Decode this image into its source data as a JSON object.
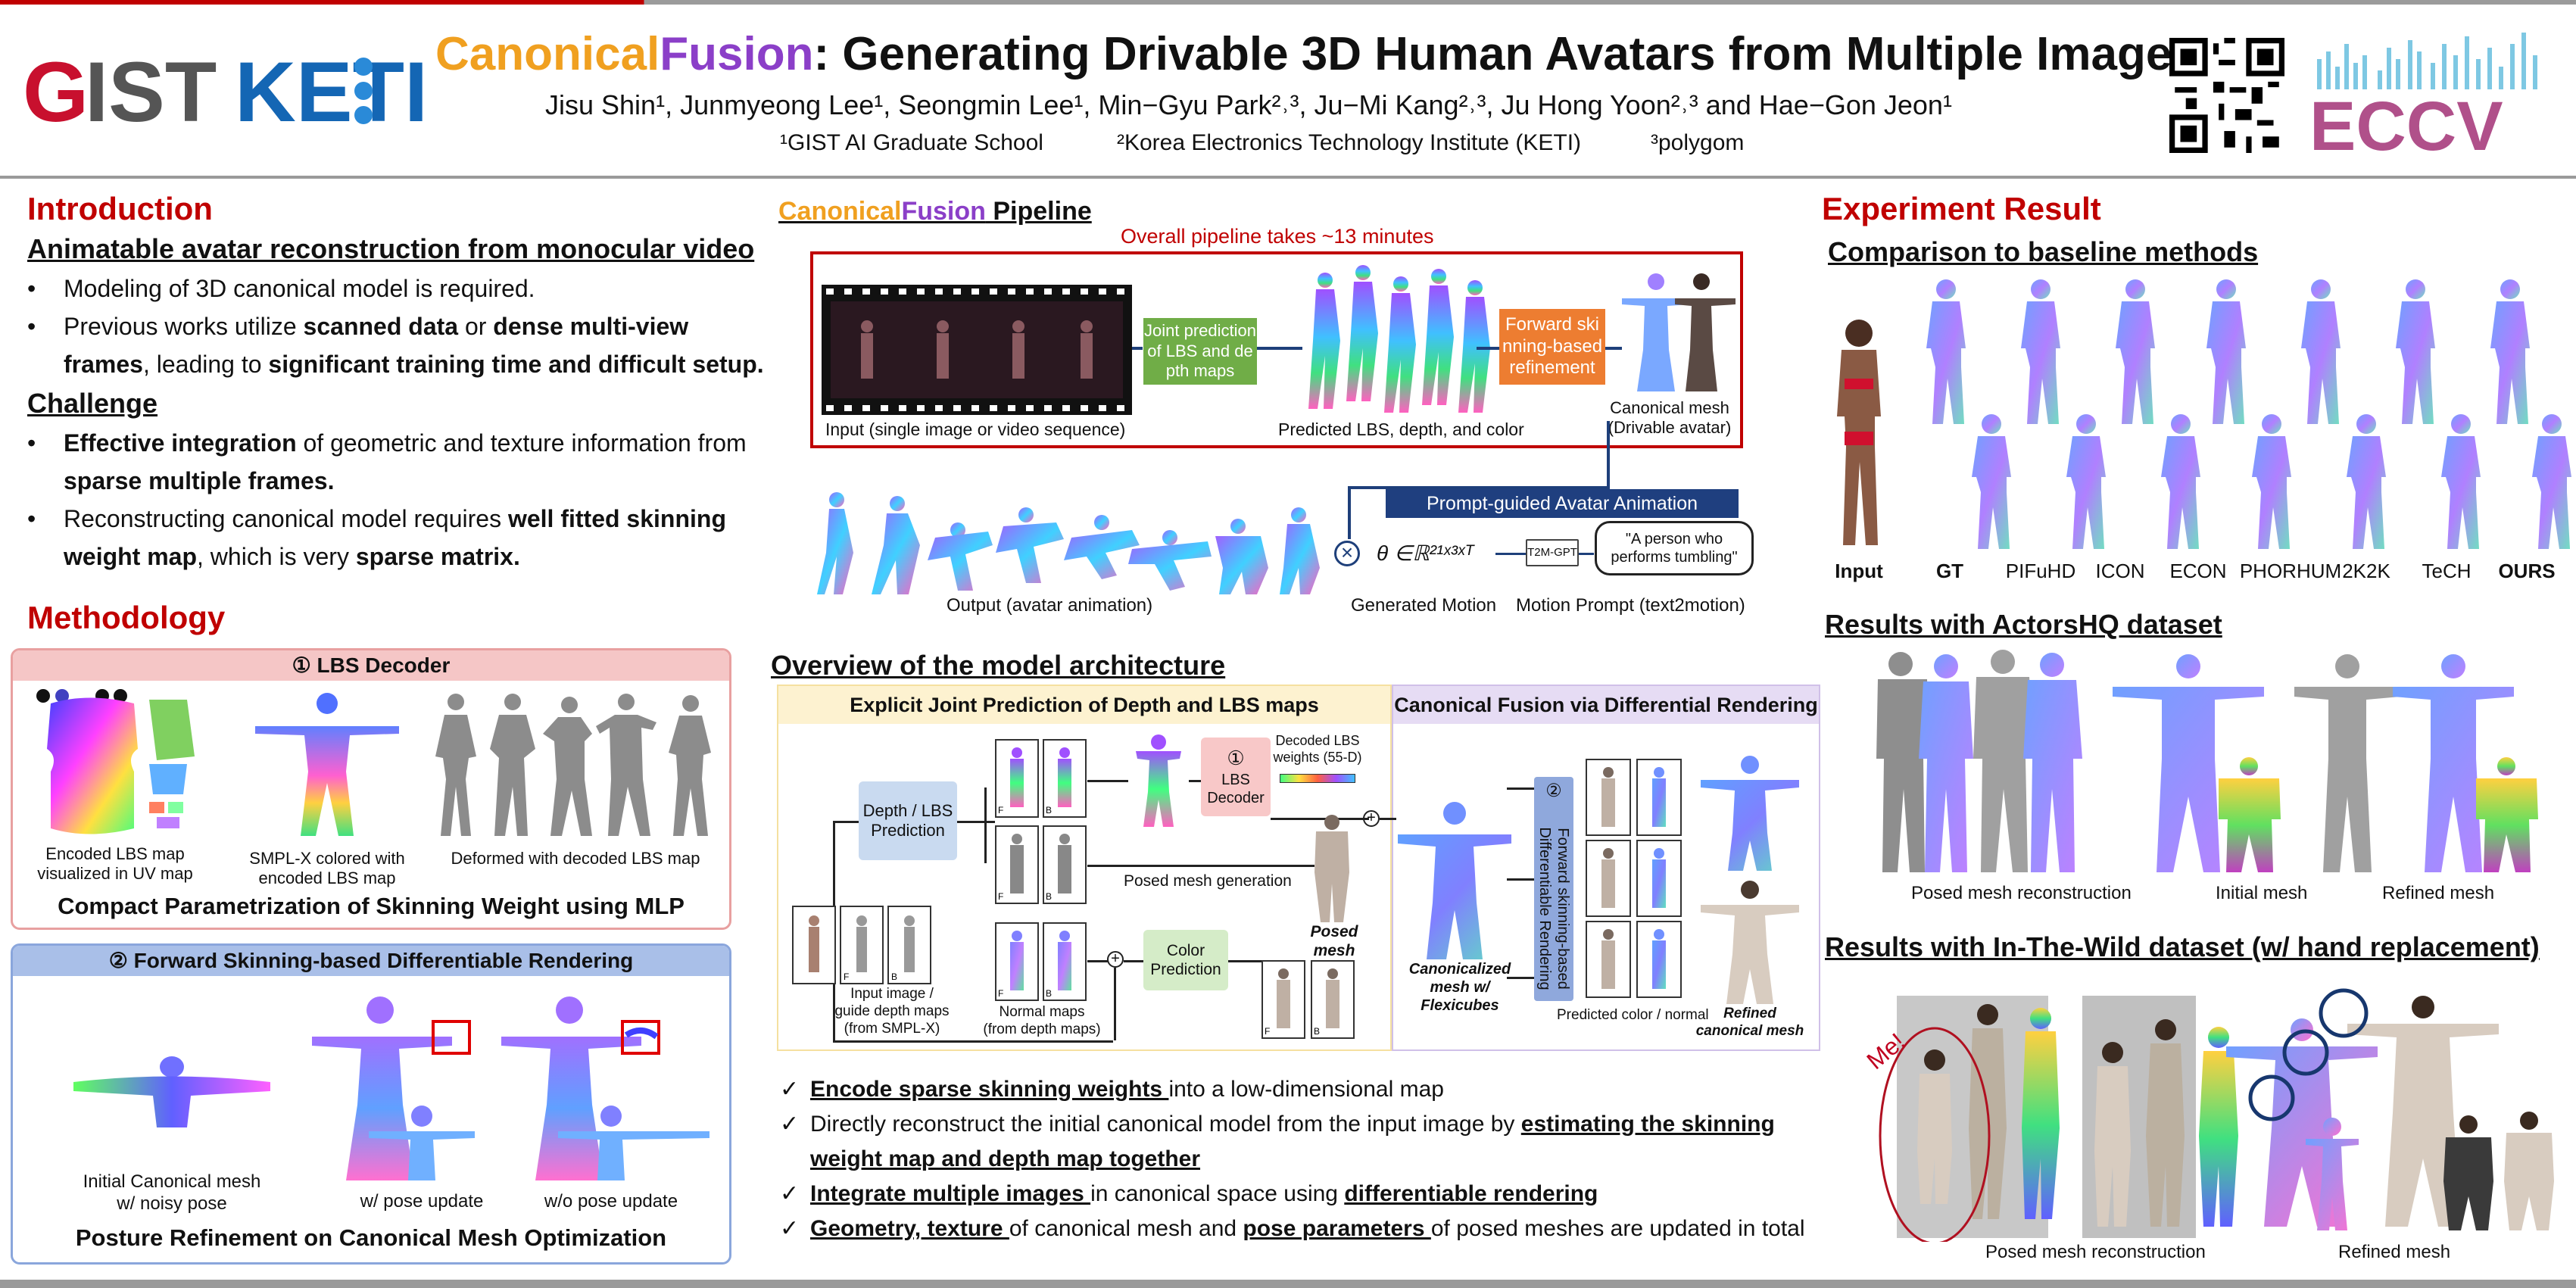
{
  "header": {
    "title_part1": "Canonical",
    "title_part2": "Fusion",
    "title_rest": ": Generating Drivable 3D Human Avatars from Multiple Images",
    "authors": "Jisu Shin¹, Junmyeong Lee¹, Seongmin Lee¹, Min−Gyu Park²˒³, Ju−Mi Kang²˒³, Ju Hong Yoon²˒³ and Hae−Gon Jeon¹",
    "aff1": "¹GIST AI Graduate School",
    "aff2": "²Korea Electronics Technology Institute (KETI)",
    "aff3": "³polygom",
    "logo_gist": "GIST",
    "logo_keti": "KETI",
    "logo_eccv": "ECCV"
  },
  "intro": {
    "heading": "Introduction",
    "sub1": "Animatable avatar reconstruction from monocular video",
    "b1": "Modeling of 3D canonical model is required.",
    "b2_a": "Previous works utilize ",
    "b2_b": "scanned data",
    "b2_c": " or ",
    "b2_d": "dense multi-view",
    "b2_e": "frames",
    "b2_f": ", leading to ",
    "b2_g": "significant training time and difficult setup.",
    "sub2": "Challenge",
    "b3_a": "Effective integration",
    "b3_b": " of geometric and texture information from",
    "b3_c": "sparse multiple frames.",
    "b4_a": "Reconstructing canonical model requires ",
    "b4_b": "well fitted skinning",
    "b4_c": "weight map",
    "b4_d": ", which is very ",
    "b4_e": "sparse matrix."
  },
  "method": {
    "heading": "Methodology",
    "lbs_title": "① LBS Decoder",
    "lbs_cap1": "Encoded LBS map visualized in UV map",
    "lbs_cap2": "SMPL-X colored with encoded LBS map",
    "lbs_cap3": "Deformed with decoded LBS map",
    "lbs_sub": "Compact Parametrization of Skinning Weight using MLP",
    "fs_title": "② Forward Skinning-based Differentiable Rendering",
    "fs_cap1": "Initial Canonical mesh w/ noisy pose",
    "fs_cap2": "w/ pose update",
    "fs_cap3": "w/o pose update",
    "fs_sub": "Posture Refinement on Canonical Mesh Optimization"
  },
  "pipeline": {
    "title_a": "Canonical",
    "title_b": "Fusion",
    "title_c": " Pipeline",
    "time": "Overall pipeline takes ~13 minutes",
    "joint": "Joint prediction of LBS and de pth maps",
    "forward": "Forward ski nning-based refinement",
    "input_cap": "Input (single image or video sequence)",
    "pred_cap": "Predicted LBS, depth, and color",
    "canon_cap": "Canonical mesh (Drivable avatar)",
    "prompt_bar": "Prompt-guided Avatar Animation",
    "theta": "θ ∈ℝ²¹ˣ³ˣᵀ",
    "t2m": "T2M-GPT",
    "bubble": "\"A person who performs tumbling\"",
    "out_cap": "Output (avatar animation)",
    "gen_cap": "Generated Motion",
    "prompt_cap": "Motion Prompt (text2motion)"
  },
  "arch": {
    "title": "Overview of the model architecture",
    "left_header": "Explicit Joint Prediction of Depth and LBS maps",
    "right_header": "Canonical Fusion via Differential Rendering",
    "depth_lbs": "Depth / LBS Prediction",
    "lbs_decoder": "LBS Decoder",
    "decoded": "Decoded LBS weights (55-D)",
    "posed_gen": "Posed mesh generation",
    "posed_mesh": "Posed mesh",
    "color_pred": "Color Prediction",
    "input_cap": "Input image / guide depth maps (from SMPL-X)",
    "normal_cap": "Normal maps (from depth maps)",
    "fwd_render": "Forward skinning-based Differentiable Rendering",
    "canon_flex": "Canonicalized mesh w/ Flexicubes",
    "pred_color": "Predicted color / normal",
    "refined": "Refined canonical mesh",
    "label_f": "F",
    "label_b": "B",
    "num1": "①",
    "num2": "②"
  },
  "checks": {
    "c1_a": "Encode sparse skinning weights ",
    "c1_b": "into a low-dimensional map",
    "c2_a": "Directly reconstruct the initial canonical model from the input image by ",
    "c2_b": "estimating the skinning",
    "c2_c": "weight map and depth map together",
    "c3_a": "Integrate multiple images ",
    "c3_b": "in canonical space using ",
    "c3_c": "differentiable rendering",
    "c4_a": "Geometry, texture ",
    "c4_b": "of canonical mesh and ",
    "c4_c": "pose parameters ",
    "c4_d": "of posed meshes are updated in total"
  },
  "results": {
    "heading": "Experiment Result",
    "sub1": "Comparison to baseline methods",
    "methods": [
      "Input",
      "GT",
      "PIFuHD",
      "ICON",
      "ECON",
      "PHORHUM",
      "2K2K",
      "TeCH",
      "OURS"
    ],
    "sub2": "Results with ActorsHQ dataset",
    "actors_caps": [
      "Posed mesh reconstruction",
      "Initial mesh",
      "Refined mesh"
    ],
    "sub3": "Results with In-The-Wild dataset (w/ hand replacement)",
    "wild_caps": [
      "Posed mesh reconstruction",
      "Refined mesh"
    ],
    "me": "Me!"
  },
  "colors": {
    "orange": "#f0a020",
    "purple": "#8b3fc8",
    "red": "#c00000",
    "navy": "#17376e"
  }
}
